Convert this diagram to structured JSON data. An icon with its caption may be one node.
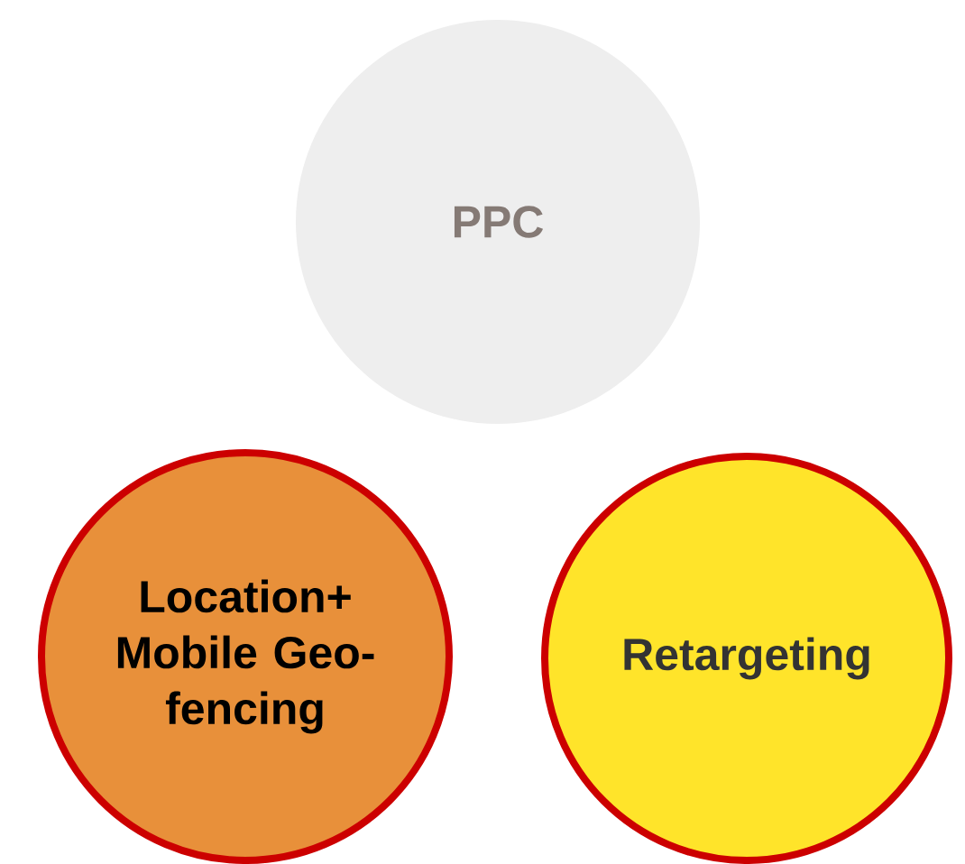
{
  "diagram": {
    "nodes": [
      {
        "text": [
          "PPC"
        ]
      },
      {
        "text": [
          "Location+ Mobile Geo-fencing"
        ]
      },
      {
        "text": [
          "Retargeting"
        ]
      }
    ]
  }
}
